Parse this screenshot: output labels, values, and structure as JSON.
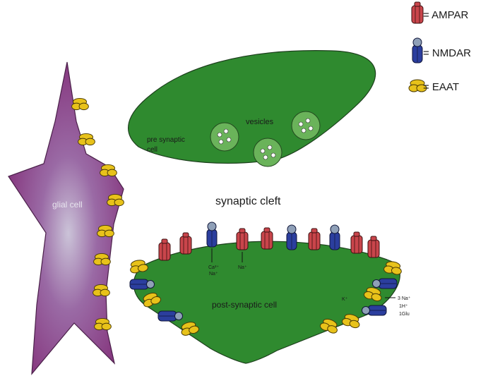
{
  "colors": {
    "cell_green": "#2f8a2f",
    "glial_purple": "#8a3f86",
    "ampar_red": "#c9454b",
    "nmdar_blue": "#2b3e9e",
    "eaat_yellow": "#e8c21a",
    "vesicle_green": "#6ab35a"
  },
  "legend": {
    "ampar": "= AMPAR",
    "nmdar": "= NMDAR",
    "eaat": "= EAAT"
  },
  "labels": {
    "glial_cell": "glial cell",
    "pre_synaptic_cell_line1": "pre synaptic",
    "pre_synaptic_cell_line2": "cell",
    "vesicles": "vesicles",
    "synaptic_cleft": "synaptic cleft",
    "post_synaptic_cell": "post-synaptic cell"
  },
  "ions": {
    "nmdar_line1": "Ca²⁺",
    "nmdar_line2": "Na⁺",
    "ampar": "Na⁺",
    "eaat_line1": "3 Na⁺",
    "eaat_line2": "1H⁺",
    "eaat_line3": "1Glu",
    "eaat_left": "K⁺"
  }
}
